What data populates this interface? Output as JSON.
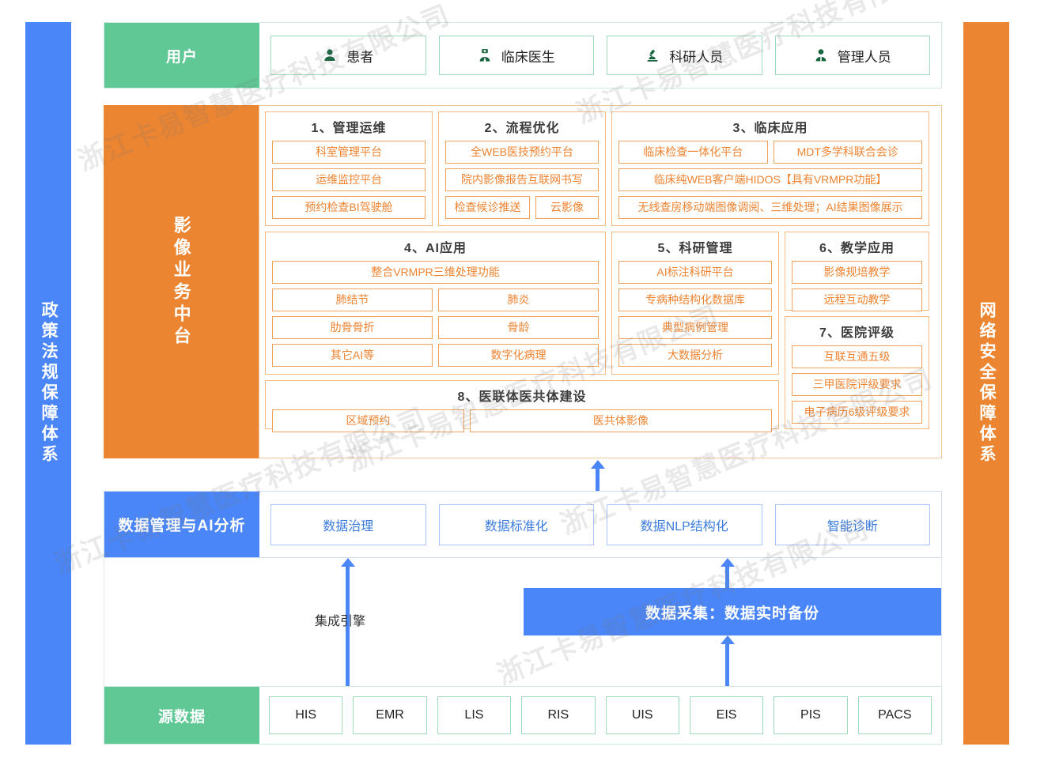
{
  "watermark": "浙江卡易智慧医疗科技有限公司",
  "sidebars": {
    "left": {
      "label": "政策法规保障体系",
      "color": "#4a86f7"
    },
    "right": {
      "label": "网络安全保障体系",
      "color": "#ec8531"
    }
  },
  "users_band": {
    "label": "用户",
    "color": "#5fc895",
    "items": [
      {
        "label": "患者",
        "icon": "user-icon"
      },
      {
        "label": "临床医生",
        "icon": "doctor-icon"
      },
      {
        "label": "科研人员",
        "icon": "microscope-icon"
      },
      {
        "label": "管理人员",
        "icon": "manager-icon"
      }
    ]
  },
  "platform": {
    "label": "影像业务中台",
    "color": "#ec8531",
    "groups": [
      {
        "title": "1、管理运维",
        "rows": [
          [
            "科室管理平台"
          ],
          [
            "运维监控平台"
          ],
          [
            "预约检查BI驾驶舱"
          ]
        ]
      },
      {
        "title": "2、流程优化",
        "rows": [
          [
            "全WEB医技预约平台"
          ],
          [
            "院内影像报告互联网书写"
          ],
          [
            "检查候诊推送",
            "云影像"
          ]
        ]
      },
      {
        "title": "3、临床应用",
        "rows": [
          [
            "临床检查一体化平台",
            "MDT多学科联合会诊"
          ],
          [
            "临床纯WEB客户端HIDOS【具有VRMPR功能】"
          ],
          [
            "无线查房移动端图像调阅、三维处理；AI结果图像展示"
          ]
        ]
      },
      {
        "title": "4、AI应用",
        "rows": [
          [
            "整合VRMPR三维处理功能"
          ],
          [
            "肺结节",
            "肺炎"
          ],
          [
            "肋骨骨折",
            "骨龄"
          ],
          [
            "其它AI等",
            "数字化病理"
          ]
        ]
      },
      {
        "title": "5、科研管理",
        "rows": [
          [
            "AI标注科研平台"
          ],
          [
            "专病种结构化数据库"
          ],
          [
            "典型病例管理"
          ],
          [
            "大数据分析"
          ]
        ]
      },
      {
        "title": "6、教学应用",
        "rows": [
          [
            "影像规培教学"
          ],
          [
            "远程互动教学"
          ]
        ]
      },
      {
        "title": "7、医院评级",
        "rows": [
          [
            "互联互通五级"
          ],
          [
            "三甲医院评级要求"
          ],
          [
            "电子病历6级评级要求"
          ]
        ]
      },
      {
        "title": "8、医联体医共体建设",
        "rows": [
          [
            "区域预约",
            "医共体影像"
          ]
        ]
      }
    ]
  },
  "data_band": {
    "label": "数据管理与AI分析",
    "color": "#4a86f7",
    "items": [
      "数据治理",
      "数据标准化",
      "数据NLP结构化",
      "智能诊断"
    ]
  },
  "middle": {
    "integration_label": "集成引擎",
    "collect_bar": "数据采集：数据实时备份",
    "collect_color": "#4a86f7"
  },
  "source_band": {
    "label": "源数据",
    "color": "#5fc895",
    "items": [
      "HIS",
      "EMR",
      "LIS",
      "RIS",
      "UIS",
      "EIS",
      "PIS",
      "PACS"
    ]
  }
}
